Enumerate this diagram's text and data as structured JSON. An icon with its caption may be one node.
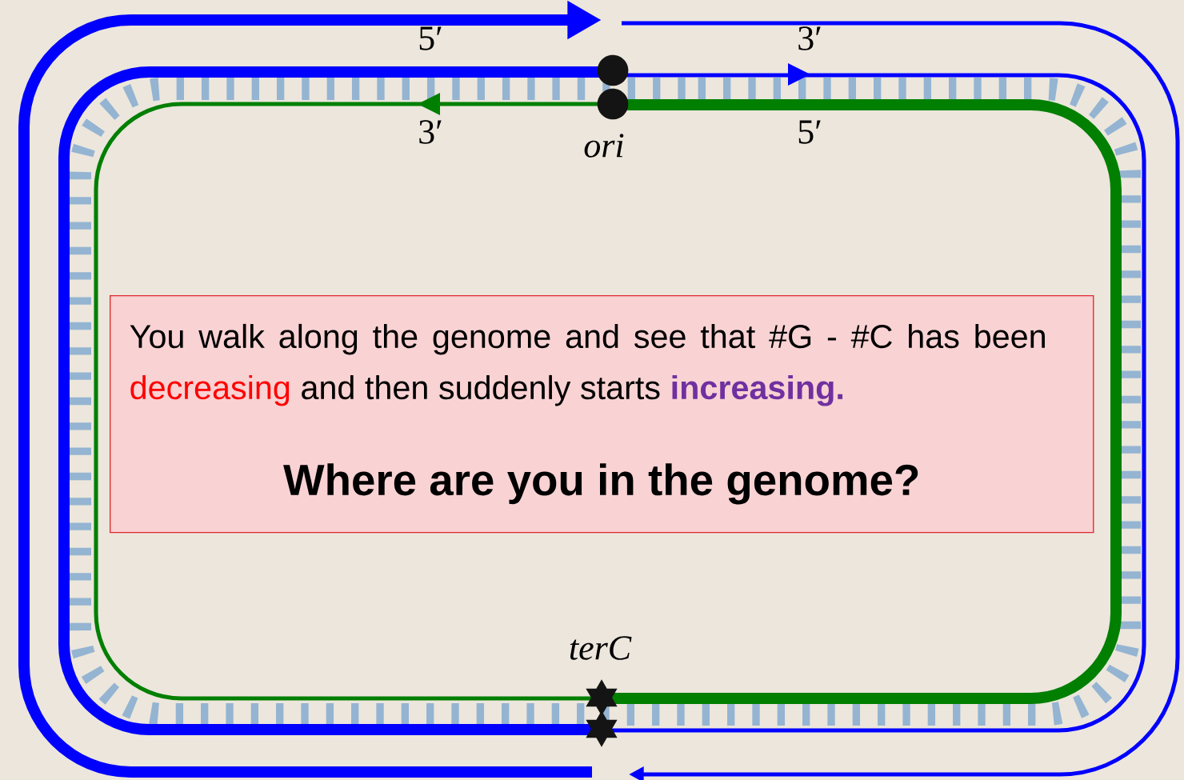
{
  "diagram": {
    "nodes": [
      {
        "text": [
          "You walk along the genome and see that  #G - #C has been *decreasing* and then suddenly starts **increasing.**",
          "Where are you in the genome?"
        ]
      }
    ],
    "labels": [
      "5′",
      "3′",
      "3′",
      "ori",
      "5′",
      "terC"
    ]
  }
}
